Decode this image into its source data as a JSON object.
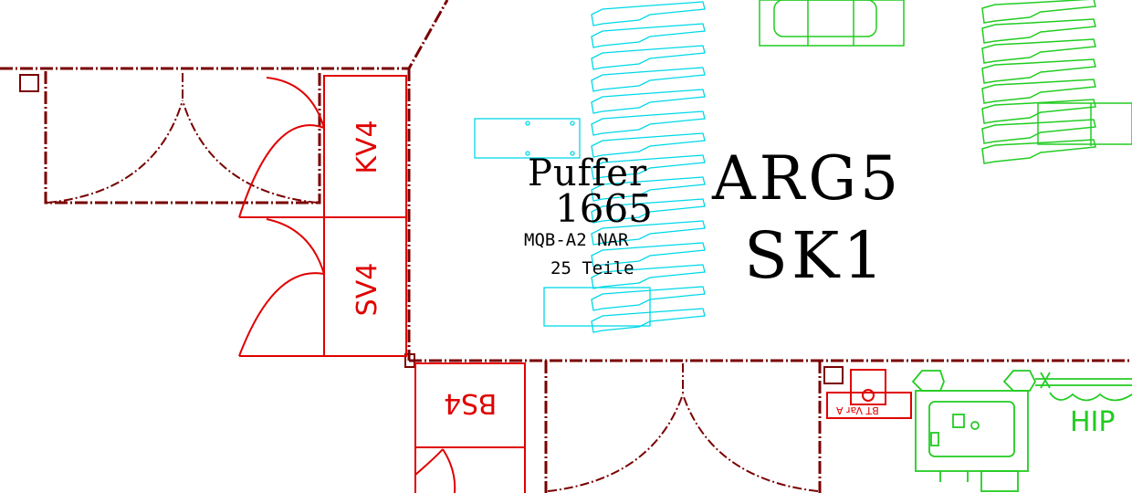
{
  "labels": {
    "kv4": "KV4",
    "sv4": "SV4",
    "bs4": "BS4",
    "puffer": "Puffer",
    "number": "1665",
    "part": "MQB-A2 NAR",
    "count": "25 Teile",
    "arg": "ARG5",
    "sk": "SK1",
    "hip": "HIP",
    "bt": "BT Var A"
  },
  "colors": {
    "wall": "#7a0000",
    "room": "#e00000",
    "cyan": "#00d8e8",
    "green": "#22cc22",
    "text": "#000000"
  }
}
